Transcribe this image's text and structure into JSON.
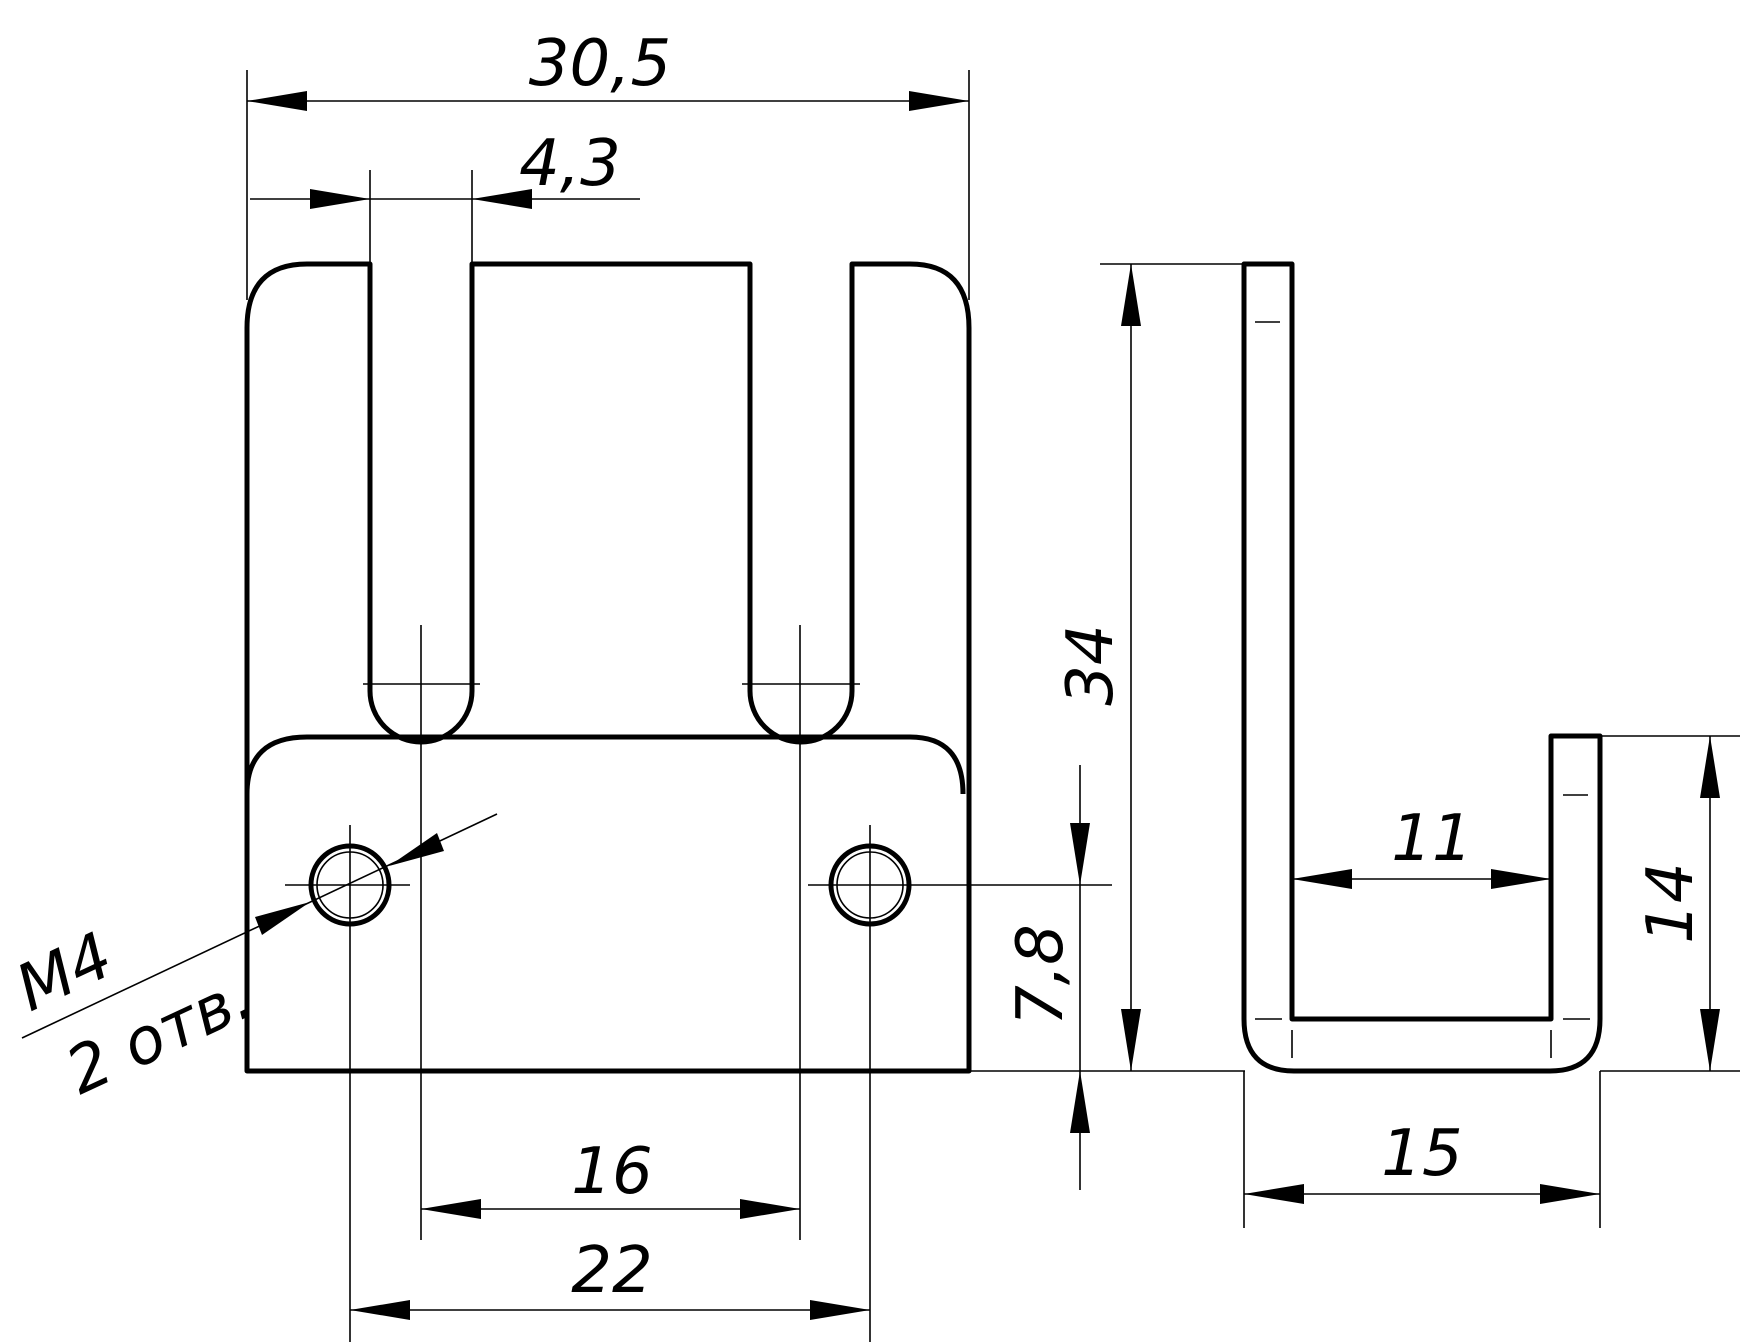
{
  "dimensions": {
    "overall_width": "30,5",
    "slot_width": "4,3",
    "height_front": "34",
    "hole_center_height": "7,8",
    "inner_slot_distance": "16",
    "hole_spacing": "22",
    "inner_width_side": "11",
    "side_leg_height": "14",
    "side_overall_width": "15"
  },
  "thread_note": {
    "size": "M4",
    "count": "2 отв."
  },
  "colors": {
    "line": "#000000",
    "background": "#ffffff"
  }
}
